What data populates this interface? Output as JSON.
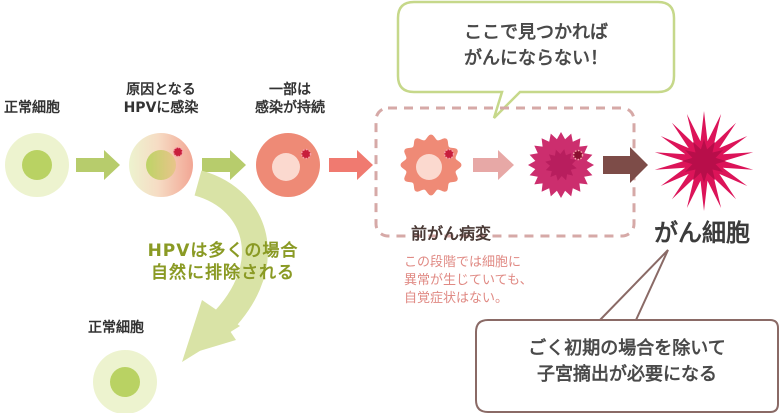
{
  "stages": {
    "normal": "正常細胞",
    "infection": "原因となる\nHPVに感染",
    "persistent": "一部は\n感染が持続"
  },
  "elimination": {
    "text": "HPVは多くの場合\n自然に排除される",
    "result_label": "正常細胞"
  },
  "precancer": {
    "label": "前がん病変",
    "note": "この段階では細胞に\n異常が生じていても、\n自覚症状はない。"
  },
  "cancer": {
    "label": "がん細胞"
  },
  "callouts": {
    "early": "ここで見つかれば\nがんにならない！",
    "late": "ごく初期の場合を除いて\n子宮摘出が必要になる"
  },
  "colors": {
    "normal_cell_outer": "#edf3cf",
    "normal_cell_inner": "#b9d263",
    "infected_cell_blend": "#f2a694",
    "persistent_cell_outer": "#ee8a76",
    "persistent_cell_inner": "#fbd9cf",
    "virus_dot": "#c81e3c",
    "precancer_cell_1": "#ef8a76",
    "precancer_cell_2": "#cc2e6e",
    "cancer_cell": "#dc1459",
    "arrow_green": "#b7cc6c",
    "arrow_pink": "#f07a70",
    "arrow_pale_pink": "#e7a8a6",
    "arrow_dark": "#7d4c48",
    "dashed_box": "#d6a9a7",
    "green_text": "#8a9a24",
    "pink_text": "#e08a84",
    "bubble_green_border": "#c6d88a",
    "bubble_brown_border": "#8a6a66"
  },
  "icons": {
    "virus": "red-dot",
    "flow_arrow": "right-arrow",
    "elimination_arrow": "curved-down-arrow"
  }
}
